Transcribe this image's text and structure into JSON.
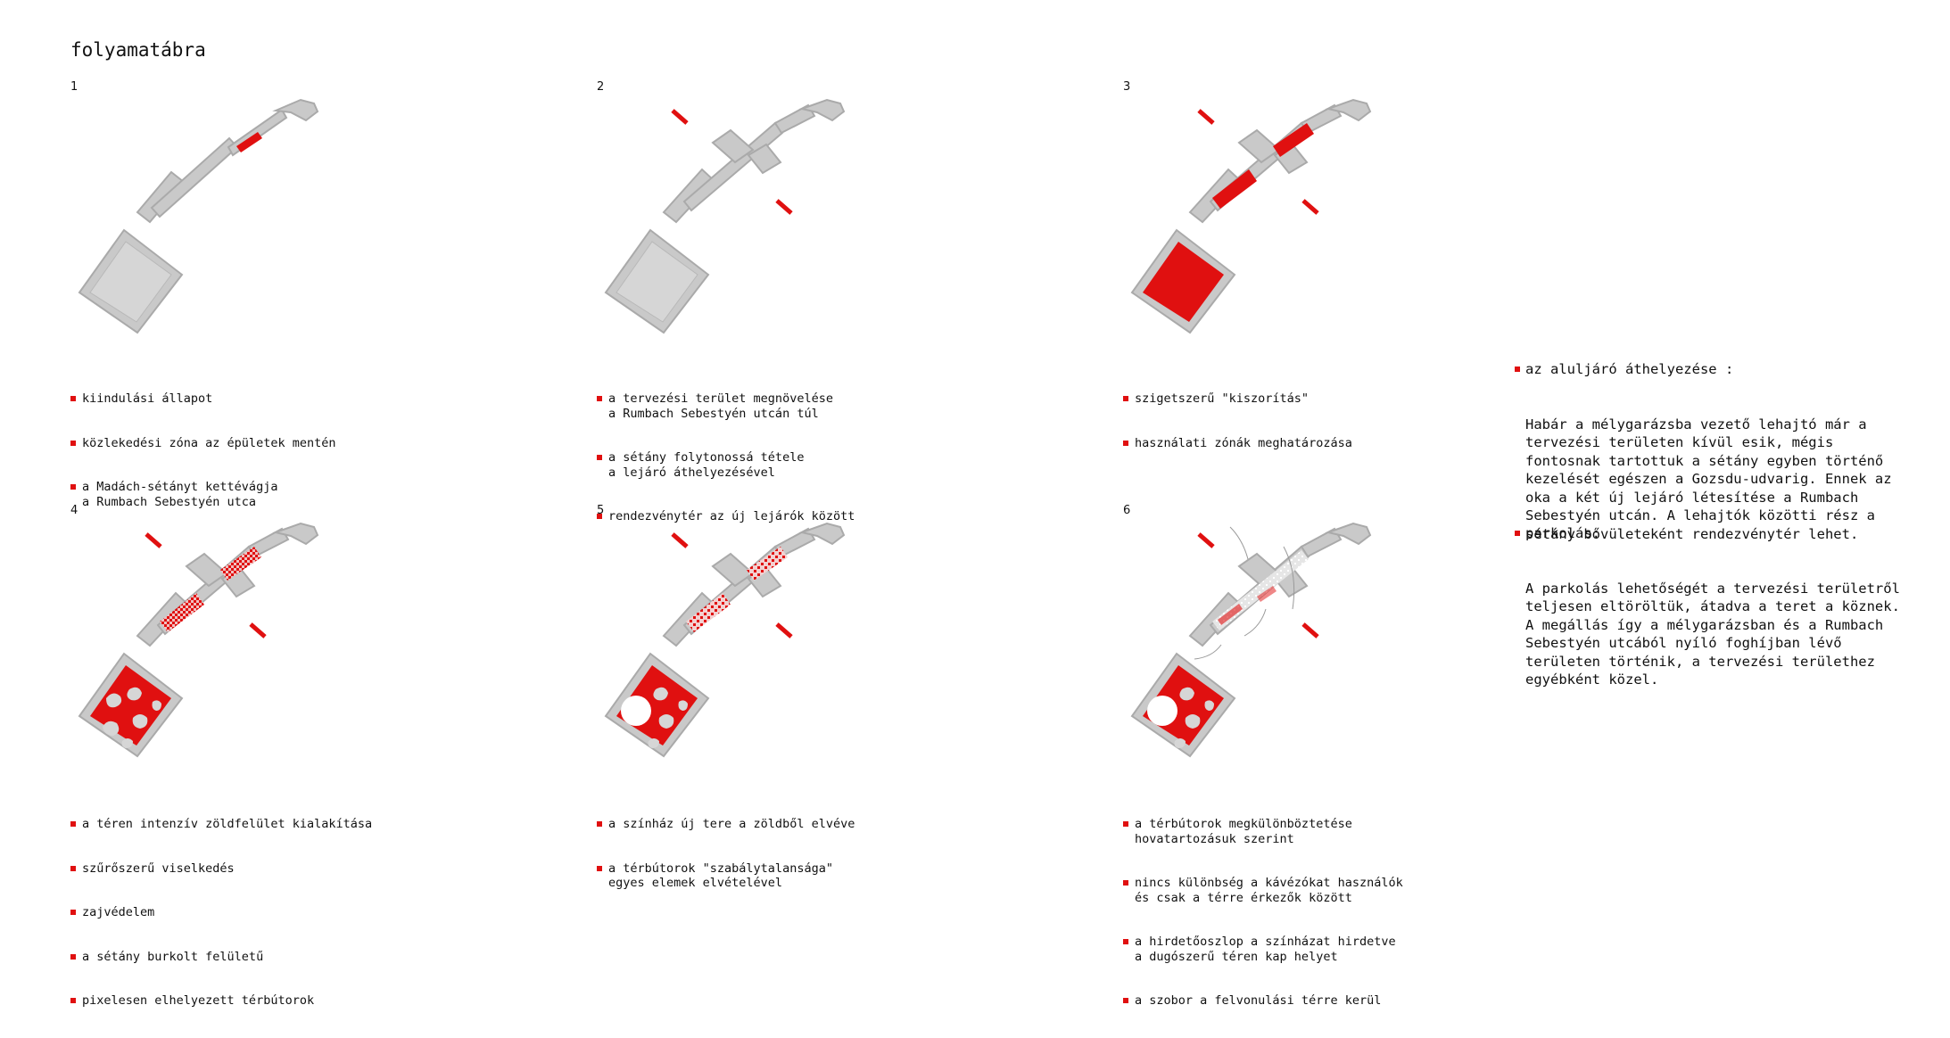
{
  "title": "folyamatábra",
  "colors": {
    "accent": "#e01010",
    "zone": "#c9c9c9",
    "zone_edge": "#b3b3b3"
  },
  "panels": [
    {
      "number": "1",
      "bullets": [
        "kiindulási állapot",
        "közlekedési zóna az épületek mentén",
        "a Madách-sétányt kettévágja\na Rumbach Sebestyén utca"
      ]
    },
    {
      "number": "2",
      "bullets": [
        "a tervezési terület megnövelése\na Rumbach Sebestyén utcán túl",
        "a sétány folytonossá tétele\na lejáró áthelyezésével",
        "rendezvénytér az új lejárók között"
      ]
    },
    {
      "number": "3",
      "bullets": [
        "szigetszerű \"kiszorítás\"",
        "használati zónák meghatározása"
      ]
    },
    {
      "number": "4",
      "bullets": [
        "a téren intenzív zöldfelület kialakítása",
        "szűrőszerű viselkedés",
        "zajvédelem",
        "a sétány burkolt felületű",
        "pixelesen elhelyezett térbútorok"
      ]
    },
    {
      "number": "5",
      "bullets": [
        "a színház új tere a zöldből elvéve",
        "a térbútorok \"szabálytalansága\"\negyes elemek elvételével"
      ]
    },
    {
      "number": "6",
      "bullets": [
        "a térbútorok megkülönböztetése\nhovatartozásuk szerint",
        "nincs különbség a kávézókat használók\nés csak a térre érkezők között",
        "a hirdetőoszlop a színházat hirdetve\na dugószerű téren kap helyet",
        "a szobor a felvonulási térre kerül"
      ]
    }
  ],
  "notes": [
    {
      "heading": "az aluljáró áthelyezése :",
      "text": "Habár a mélygarázsba vezető lehajtó már a\ntervezési területen kívül esik, mégis\nfontosnak tartottuk a sétány egyben történő\nkezelését egészen a Gozsdu-udvarig. Ennek az\noka a két új lejáró létesítése a Rumbach\nSebestyén utcán. A lehajtók közötti rész a\nsétány bővületeként rendezvénytér lehet."
    },
    {
      "heading": "parkolás:",
      "text": "A parkolás lehetőségét a tervezési területről\nteljesen eltöröltük, átadva a teret a köznek.\nA megállás így a mélygarázsban és a Rumbach\nSebestyén utcából nyíló foghíjban lévő\nterületen történik, a tervezési területhez\negyébként közel."
    }
  ]
}
